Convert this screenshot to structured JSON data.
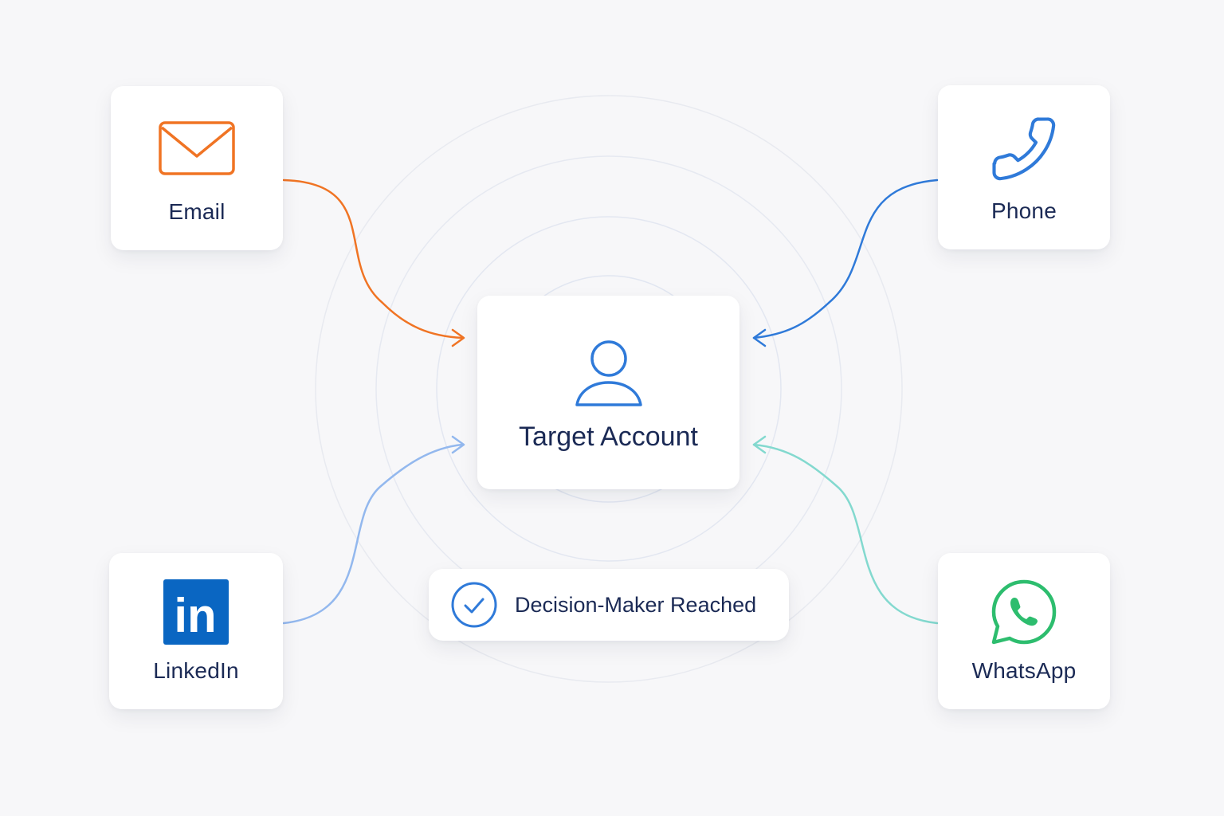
{
  "center": {
    "label": "Target Account",
    "icon": "user-icon"
  },
  "channels": {
    "email": {
      "label": "Email",
      "icon": "envelope-icon",
      "color": "#f07424"
    },
    "phone": {
      "label": "Phone",
      "icon": "phone-icon",
      "color": "#2f7ad9"
    },
    "linkedin": {
      "label": "LinkedIn",
      "icon": "linkedin-logo",
      "color": "#0a66c2",
      "logo_text": "in"
    },
    "whatsapp": {
      "label": "WhatsApp",
      "icon": "whatsapp-icon",
      "color": "#2dbd6e"
    }
  },
  "status": {
    "label": "Decision-Maker Reached",
    "icon": "check-circle-icon",
    "color": "#2f7ad9"
  },
  "colors": {
    "background": "#f7f7f9",
    "text": "#1b2a55",
    "linkedin_connector": "#93b8ee",
    "whatsapp_connector": "#83d9cf"
  }
}
